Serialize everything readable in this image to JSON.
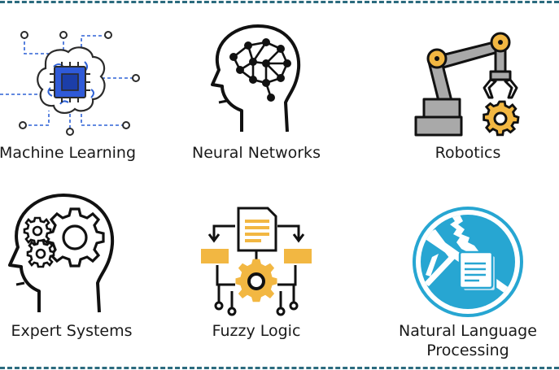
{
  "items": [
    {
      "label": "Machine Learning",
      "icon": "chip-brain-icon"
    },
    {
      "label": "Neural Networks",
      "icon": "neural-head-icon"
    },
    {
      "label": "Robotics",
      "icon": "robotic-arm-icon"
    },
    {
      "label": "Expert Systems",
      "icon": "gear-head-icon"
    },
    {
      "label": "Fuzzy Logic",
      "icon": "document-flow-icon"
    },
    {
      "label": "Natural Language",
      "label2": "Processing",
      "icon": "pickaxe-document-icon"
    }
  ],
  "colors": {
    "outline": "#111111",
    "blue": "#2f62d6",
    "chip_blue": "#2f5ad8",
    "orange": "#f2b742",
    "gray": "#a9a9a9",
    "cyan": "#27a6d2",
    "dash": "#2b6b7e"
  }
}
